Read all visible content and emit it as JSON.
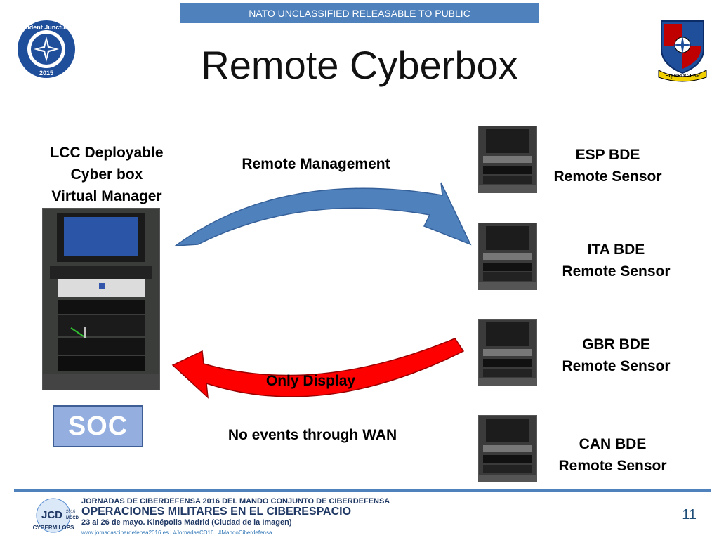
{
  "header": {
    "classification": "NATO UNCLASSIFIED RELEASABLE TO PUBLIC",
    "title": "Remote Cyberbox",
    "left_logo_text": "Trident Juncture 2015",
    "right_logo_text": "HQ NRDC-ESP"
  },
  "left": {
    "manager_label_lines": [
      "LCC Deployable",
      "Cyber box",
      "Virtual Manager"
    ],
    "soc_label": "SOC"
  },
  "arrows": {
    "top_label": "Remote Management",
    "middle_label": "Only Display",
    "bottom_label": "No events through WAN",
    "top_color": "#4f81bd",
    "bottom_color": "#ff0000"
  },
  "sensors": [
    {
      "label_lines": [
        "ESP BDE",
        "Remote Sensor"
      ]
    },
    {
      "label_lines": [
        "ITA BDE",
        "Remote Sensor"
      ]
    },
    {
      "label_lines": [
        "GBR BDE",
        "Remote Sensor"
      ]
    },
    {
      "label_lines": [
        "CAN BDE",
        "Remote Sensor"
      ]
    }
  ],
  "footer": {
    "line1": "JORNADAS DE CIBERDEFENSA 2016 DEL MANDO CONJUNTO DE CIBERDEFENSA",
    "line2": "OPERACIONES MILITARES EN EL CIBERESPACIO",
    "line3": "23 al 26 de mayo. Kinépolis Madrid (Ciudad de la Imagen)",
    "line4": "www.jornadasciberdefensa2016.es  |  #JornadasCD16  |  #MandoCiberdefensa",
    "logo_text": "JCD 2016 MCCD CYBERMILOPS",
    "page_number": "11"
  }
}
